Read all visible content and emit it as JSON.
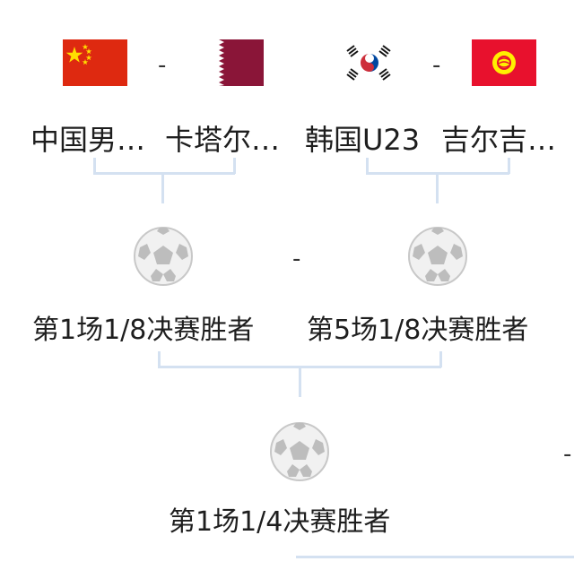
{
  "round16": {
    "match_left": {
      "team_a": {
        "name": "中国男…",
        "flag_icon": "china-flag-icon"
      },
      "team_b": {
        "name": "卡塔尔…",
        "flag_icon": "qatar-flag-icon"
      },
      "separator": "-"
    },
    "match_right": {
      "team_a": {
        "name": "韩国U23",
        "flag_icon": "korea-flag-icon"
      },
      "team_b": {
        "name": "吉尔吉…",
        "flag_icon": "kyrgyzstan-flag-icon"
      },
      "separator": "-"
    }
  },
  "quarterfinal": {
    "team_a": {
      "name": "第1场1/8决赛胜者",
      "icon": "soccer-ball-icon"
    },
    "team_b": {
      "name": "第5场1/8决赛胜者",
      "icon": "soccer-ball-icon"
    },
    "separator": "-"
  },
  "semifinal": {
    "team_a": {
      "name": "第1场1/4决赛胜者",
      "icon": "soccer-ball-icon"
    },
    "separator": "-"
  },
  "colors": {
    "connector": "#d4e1f1",
    "china_red": "#de2910",
    "china_yellow": "#ffde00",
    "qatar_maroon": "#8a1538",
    "korea_red": "#cd2e3a",
    "korea_blue": "#0047a0",
    "kyrgyz_red": "#e8112d",
    "kyrgyz_yellow": "#ffef00"
  }
}
